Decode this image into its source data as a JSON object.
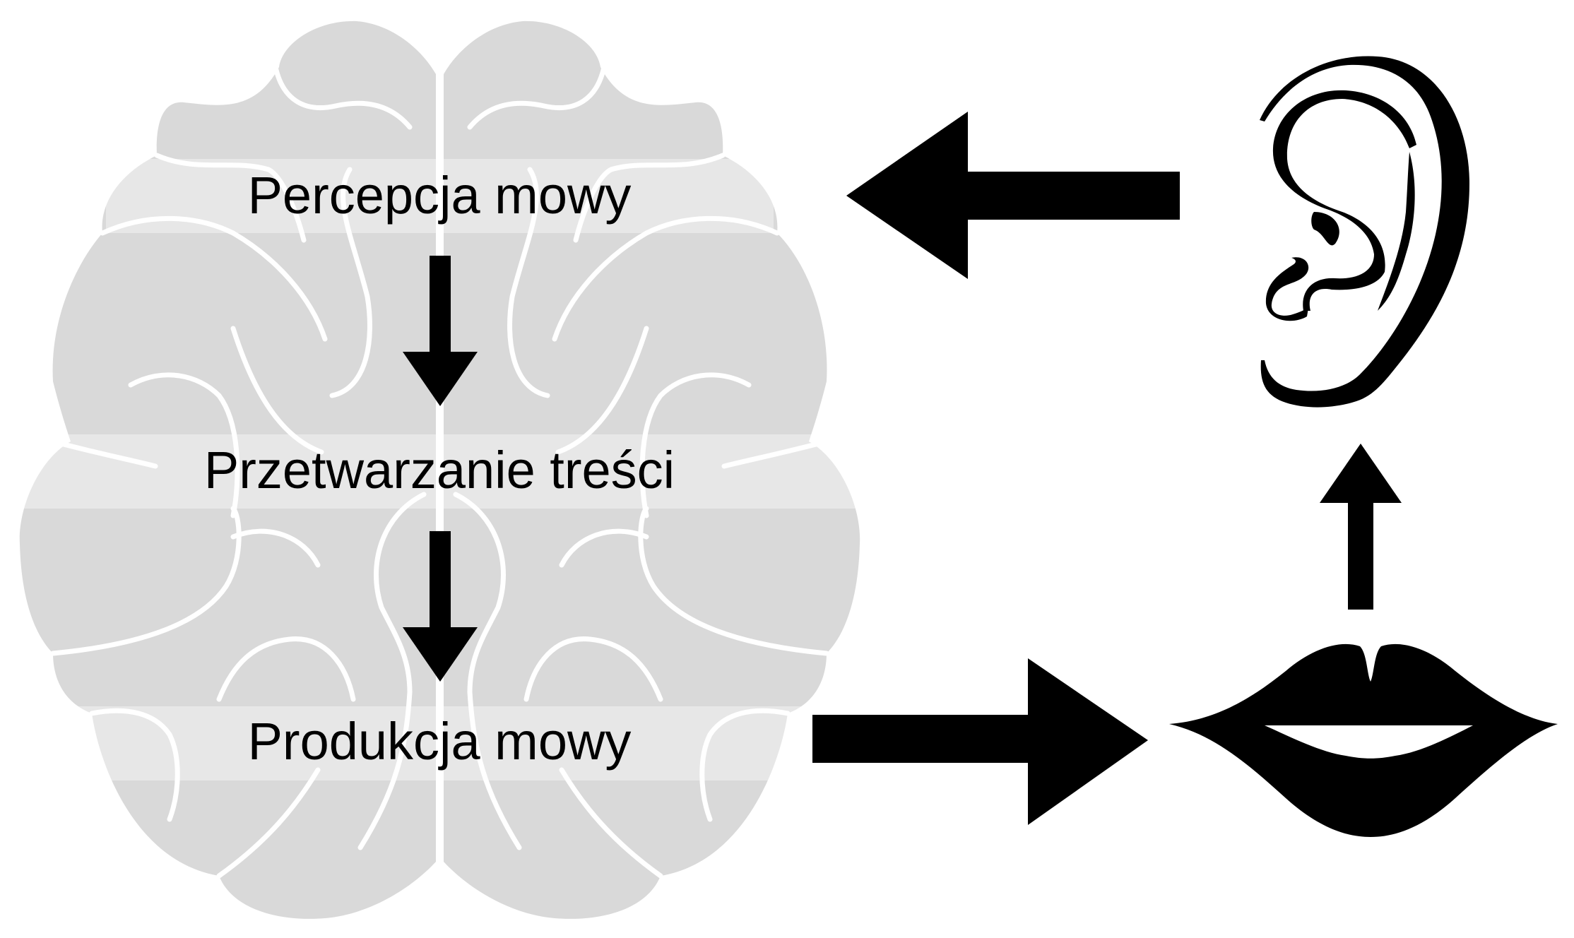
{
  "diagram": {
    "title": "",
    "stages": [
      {
        "id": "perception",
        "label": "Percepcja mowy"
      },
      {
        "id": "processing",
        "label": "Przetwarzanie treści"
      },
      {
        "id": "production",
        "label": "Produkcja mowy"
      }
    ],
    "icons": {
      "brain": "brain-icon",
      "ear": "ear-icon",
      "mouth": "mouth-icon"
    },
    "flow": [
      {
        "from": "ear",
        "to": "perception"
      },
      {
        "from": "perception",
        "to": "processing"
      },
      {
        "from": "processing",
        "to": "production"
      },
      {
        "from": "production",
        "to": "mouth"
      },
      {
        "from": "mouth",
        "to": "ear"
      }
    ]
  },
  "colors": {
    "brain_fill": "#d9d9d9",
    "band_fill": "#e8e8e8",
    "sulci": "#ffffff",
    "arrows": "#000000",
    "text": "#000000"
  }
}
